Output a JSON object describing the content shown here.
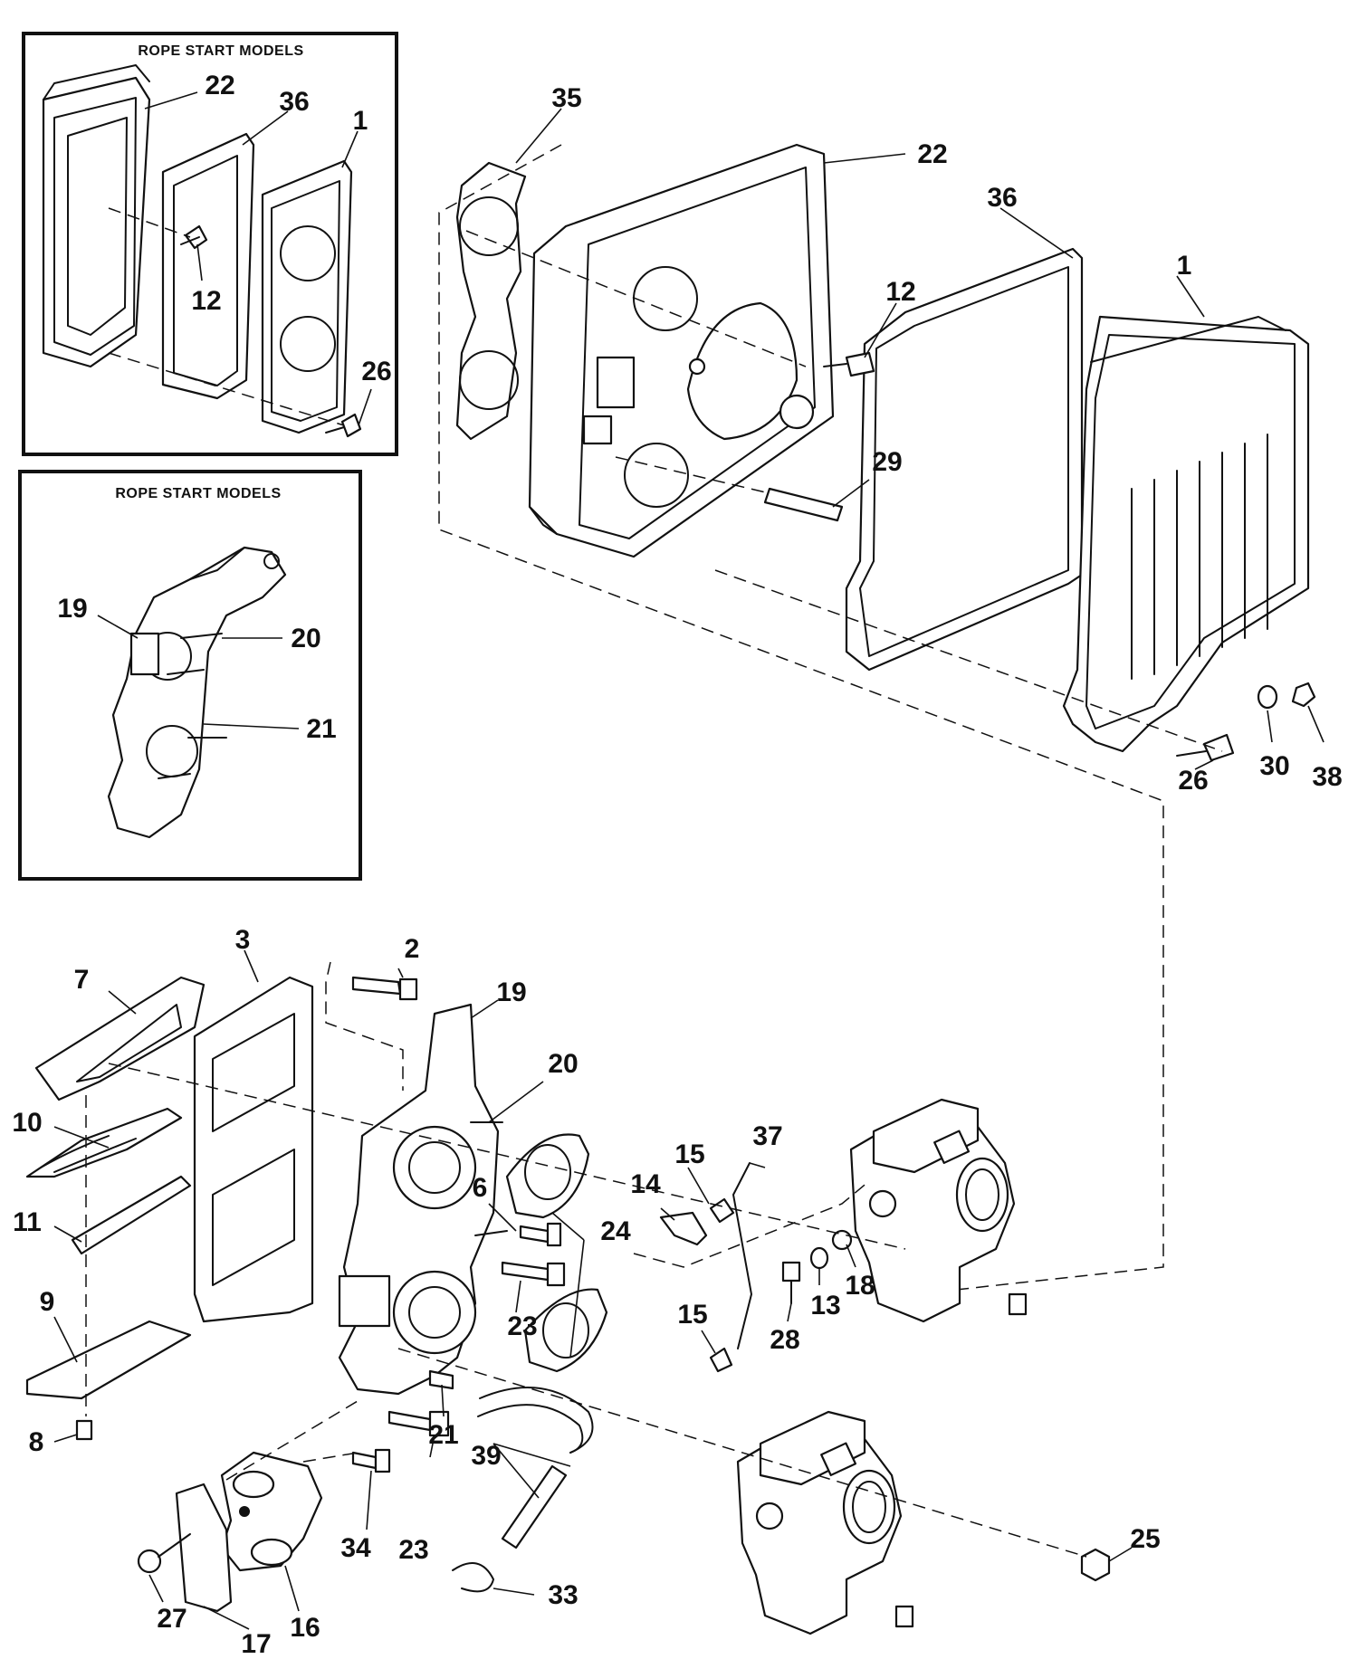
{
  "inset_boxes": [
    {
      "title": "ROPE START MODELS"
    },
    {
      "title": "ROPE START MODELS"
    }
  ],
  "callouts": {
    "inset1_22": "22",
    "inset1_36": "36",
    "inset1_1": "1",
    "inset1_12": "12",
    "inset1_26": "26",
    "inset2_19": "19",
    "inset2_20": "20",
    "inset2_21": "21",
    "p35": "35",
    "p22": "22",
    "p36": "36",
    "p1": "1",
    "p12": "12",
    "p29": "29",
    "p26a": "26",
    "p30": "30",
    "p38": "38",
    "p2": "2",
    "p7": "7",
    "p3": "3",
    "p19": "19",
    "p20": "20",
    "p10": "10",
    "p11": "11",
    "p9": "9",
    "p8": "8",
    "p6": "6",
    "p24": "24",
    "p23a": "23",
    "p21": "21",
    "p15a": "15",
    "p37": "37",
    "p14": "14",
    "p15b": "15",
    "p18": "18",
    "p13": "13",
    "p28": "28",
    "p23b": "23",
    "p34": "34",
    "p39": "39",
    "p27": "27",
    "p16": "16",
    "p17": "17",
    "p33": "33",
    "p25": "25"
  }
}
